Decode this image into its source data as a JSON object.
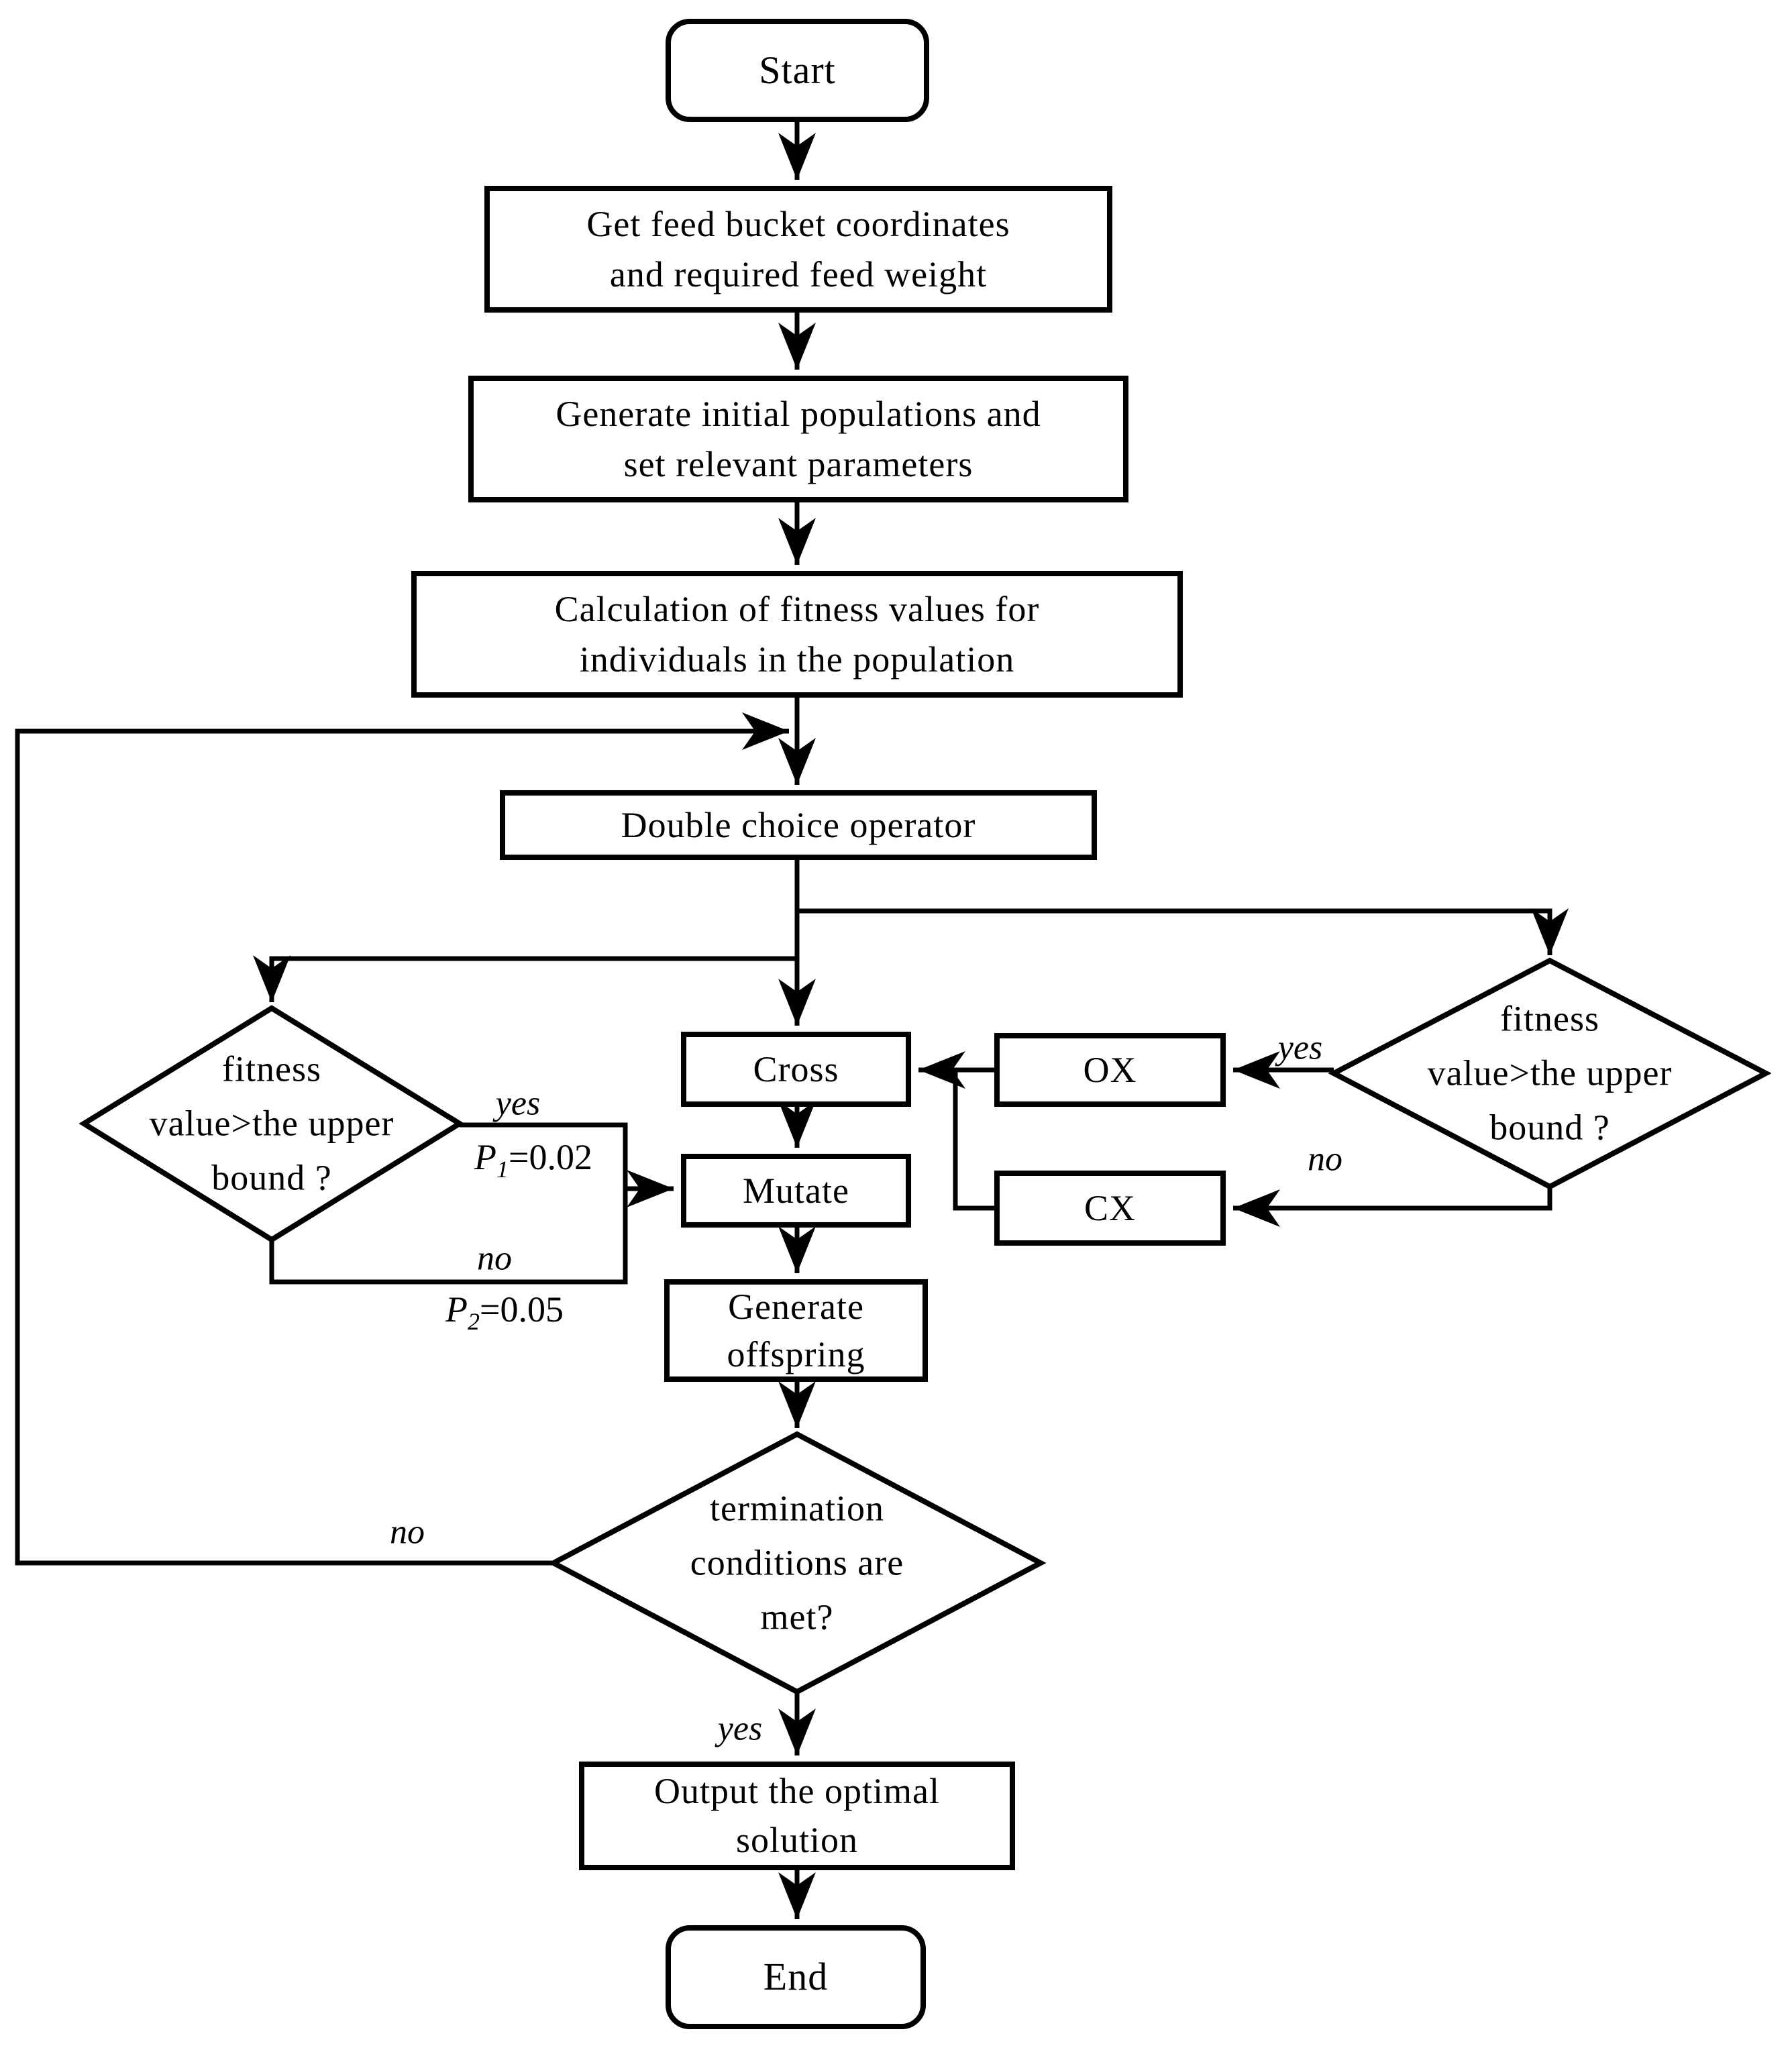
{
  "figure": {
    "background_color": "#ffffff",
    "ink_color": "#000000",
    "type": "flowchart"
  },
  "nodes": {
    "start": {
      "label": "Start"
    },
    "get_feed": {
      "line1": "Get feed bucket coordinates",
      "line2": "and required feed weight"
    },
    "gen_init": {
      "line1": "Generate initial populations and",
      "line2": "set relevant parameters"
    },
    "calc_fitness": {
      "line1": "Calculation of fitness values for",
      "line2": "individuals in the population"
    },
    "double_choice": {
      "label": "Double choice operator"
    },
    "cross": {
      "label": "Cross"
    },
    "mutate": {
      "label": "Mutate"
    },
    "gen_offspring": {
      "line1": "Generate",
      "line2": "offspring"
    },
    "ox": {
      "label": "OX"
    },
    "cx": {
      "label": "CX"
    },
    "left_decision": {
      "line1": "fitness",
      "line2": "value>the upper",
      "line3": "bound ?"
    },
    "right_decision": {
      "line1": "fitness",
      "line2": "value>the upper",
      "line3": "bound ?"
    },
    "termination": {
      "line1": "termination",
      "line2": "conditions are",
      "line3": "met?"
    },
    "output": {
      "line1": "Output the optimal",
      "line2": "solution"
    },
    "end": {
      "label": "End"
    }
  },
  "edges": {
    "right_decision_yes": "yes",
    "right_decision_no": "no",
    "left_decision_yes": "yes",
    "left_decision_no": "no",
    "termination_no": "no",
    "termination_yes": "yes",
    "p1": {
      "symbol": "P",
      "subscript": "1",
      "value": "=0.02"
    },
    "p2": {
      "symbol": "P",
      "subscript": "2",
      "value": "=0.05"
    }
  }
}
